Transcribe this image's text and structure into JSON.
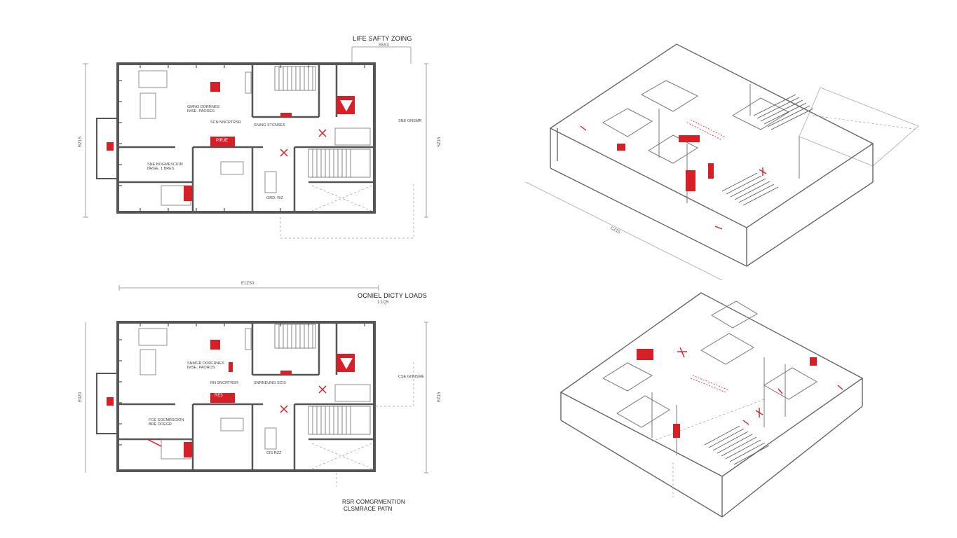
{
  "titles": {
    "life_safety_zoning": "LIFE SAFTY ZOING",
    "occupancy_loads": "OCNIEL DICTY LOADS",
    "fire_compartment_clearance": "RSR COMGRMENTION",
    "fire_compartment_clearance_2": "CLSMRACE PATN"
  },
  "dimensions": {
    "top_plan_top": "S5S3",
    "top_plan_left": "RZ1S",
    "top_plan_right": "SZ15",
    "bottom_plan_top": "E1ZS0",
    "bottom_plan_sub": "1:1Q5",
    "bottom_plan_left": "E0Z0",
    "bottom_plan_right": "EZ15",
    "iso_top_length": "CZ15"
  },
  "plan_top": {
    "room_a": "GMNG DORRNES\nIMSE. PAORES",
    "room_b": "SCN NNCRTRSR",
    "room_c": "SIUNG STCNSES",
    "room_d": "SNE BOGMESCION\nNRGE. 1 BRES",
    "room_e": "ORD. RIZ",
    "exit_note": "SNE GNSMR",
    "tag_fire": "PIRJE"
  },
  "plan_bottom": {
    "room_a": "SNMGR DORFRNES\nIMSE. PAOROS",
    "room_b": "RN SNCRTRSR",
    "room_c": "SNRNEUNG SCIS",
    "room_d": "FCE SOCMRSCION\nBRE DOEGR",
    "room_e": "CIS RZZ",
    "exit_note": "CSE GNNSME",
    "tag_fire": "RE3"
  },
  "colors": {
    "wall": "#555555",
    "accent_red": "#d61f26",
    "line_light": "#9a9a9a"
  },
  "icons": [
    "fire-extinguisher-icon",
    "exit-arrow-icon",
    "assembly-point-icon",
    "fire-alarm-icon"
  ]
}
